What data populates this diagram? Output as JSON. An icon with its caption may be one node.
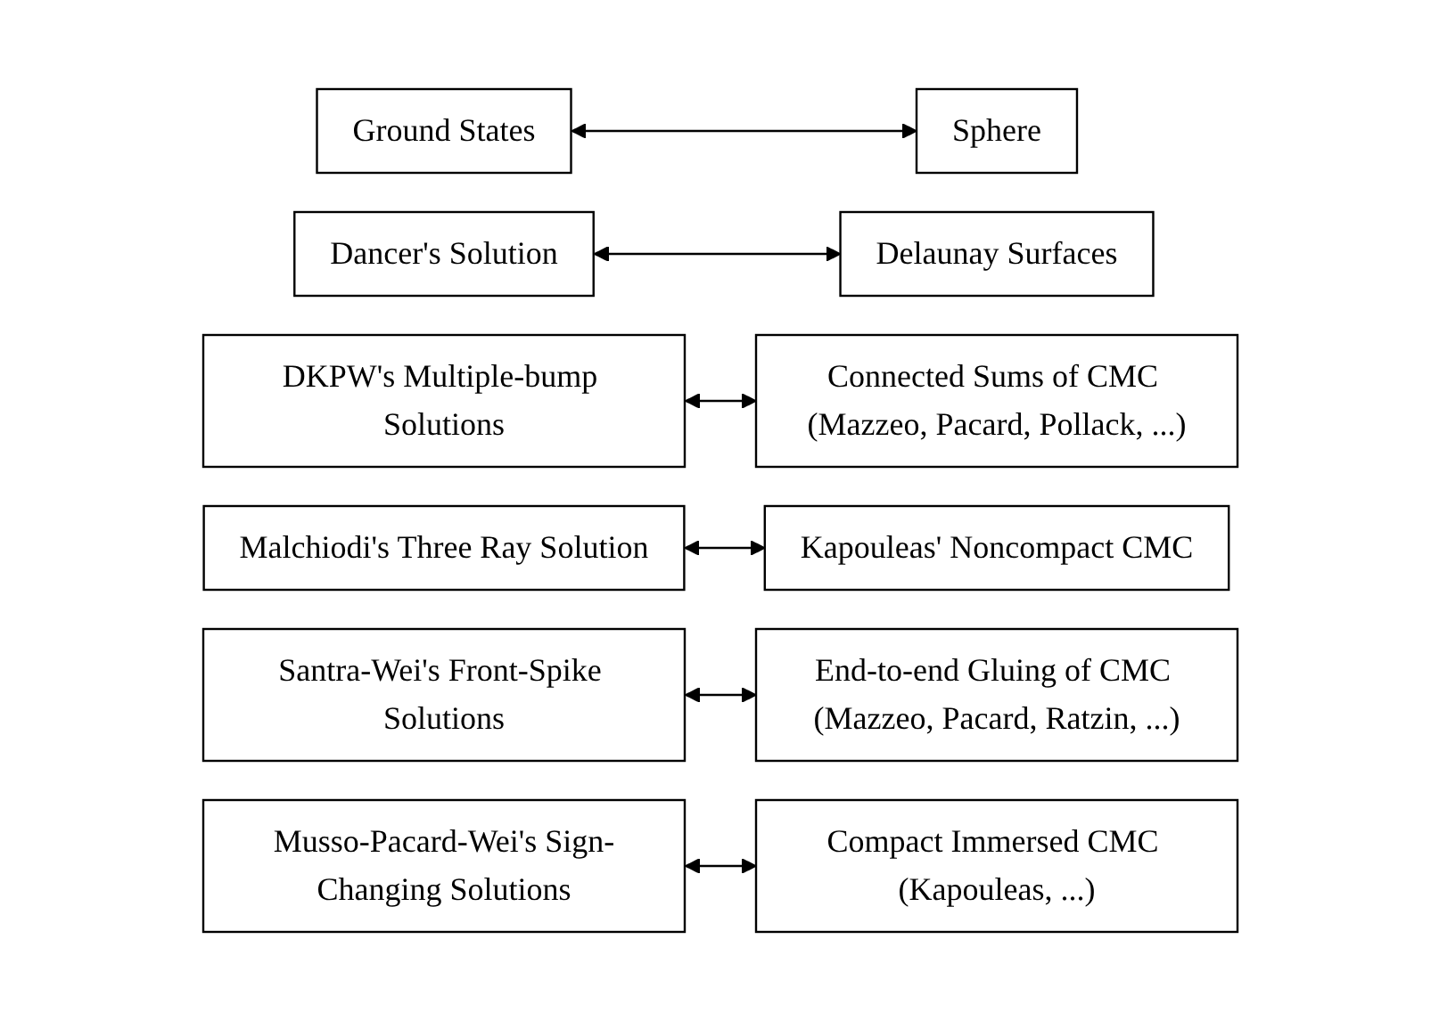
{
  "diagram": {
    "nodes": [
      {
        "text": [
          "Ground States"
        ]
      },
      {
        "text": [
          "Sphere"
        ]
      },
      {
        "text": [
          "Dancer's Solution"
        ]
      },
      {
        "text": [
          "Delaunay Surfaces"
        ]
      },
      {
        "text": [
          "DKPW's Multiple-bump Solutions"
        ]
      },
      {
        "text": [
          "Connected Sums of CMC (Mazzeo, Pacard, Pollack, ...)"
        ]
      },
      {
        "text": [
          "Malchiodi's Three Ray Solution"
        ]
      },
      {
        "text": [
          "Kapouleas' Noncompact CMC"
        ]
      },
      {
        "text": [
          "Santra-Wei's Front-Spike Solutions"
        ]
      },
      {
        "text": [
          "End-to-end Gluing of CMC (Mazzeo, Pacard, Ratzin, ...)"
        ]
      },
      {
        "text": [
          "Musso-Pacard-Wei's Sign-Changing Solutions"
        ]
      },
      {
        "text": [
          "Compact Immersed CMC (Kapouleas, ...)"
        ]
      }
    ],
    "edges": [
      {
        "from": 0,
        "to": 1,
        "arrow": "both"
      },
      {
        "from": 2,
        "to": 3,
        "arrow": "both"
      },
      {
        "from": 4,
        "to": 5,
        "arrow": "both"
      },
      {
        "from": 6,
        "to": 7,
        "arrow": "both"
      },
      {
        "from": 8,
        "to": 9,
        "arrow": "both"
      },
      {
        "from": 10,
        "to": 11,
        "arrow": "both"
      }
    ]
  }
}
